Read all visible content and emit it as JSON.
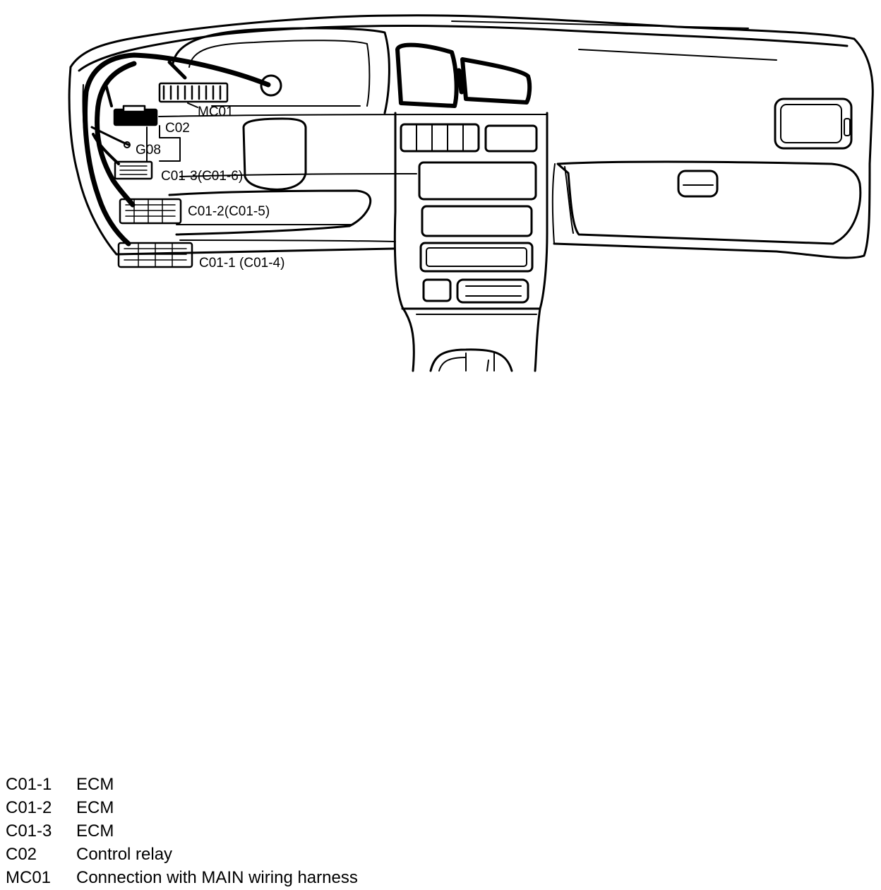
{
  "callouts": {
    "mc01": "MC01",
    "c02": "C02",
    "g08": "G08",
    "c01_3": "C01-3(C01-6)",
    "c01_2": "C01-2(C01-5)",
    "c01_1": "C01-1 (C01-4)"
  },
  "legend": [
    {
      "code": "C01-1",
      "description": "ECM"
    },
    {
      "code": "C01-2",
      "description": "ECM"
    },
    {
      "code": "C01-3",
      "description": "ECM"
    },
    {
      "code": "C02",
      "description": "Control relay"
    },
    {
      "code": "MC01",
      "description": "Connection with MAIN wiring harness"
    }
  ]
}
